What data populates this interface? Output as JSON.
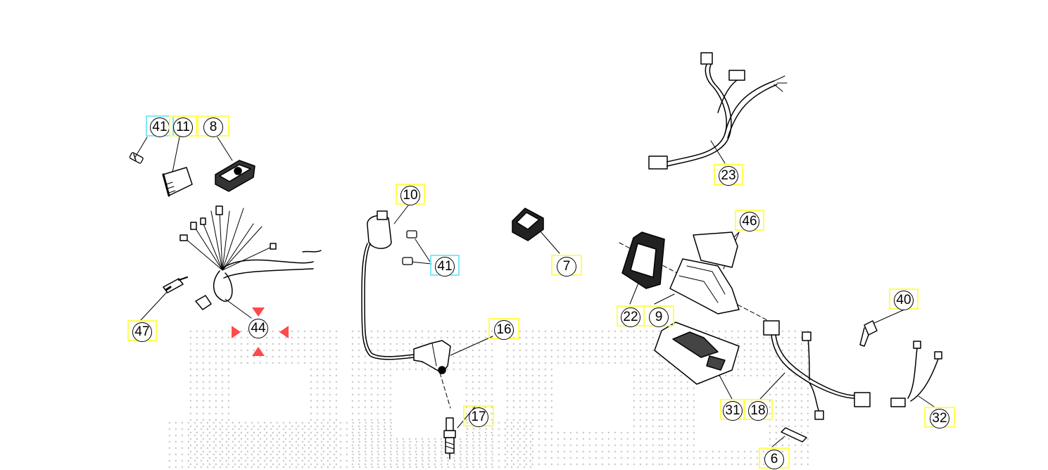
{
  "callouts": [
    {
      "id": "c41a",
      "label": "41",
      "part": "screw",
      "highlight": "cyan"
    },
    {
      "id": "c11",
      "label": "11",
      "part": "rectifier",
      "highlight": "yellow"
    },
    {
      "id": "c8",
      "label": "8",
      "part": "relay",
      "highlight": "yellow"
    },
    {
      "id": "c10",
      "label": "10",
      "part": "ignition-coil",
      "highlight": "yellow"
    },
    {
      "id": "c41b",
      "label": "41",
      "part": "screw",
      "highlight": "cyan"
    },
    {
      "id": "c7",
      "label": "7",
      "part": "switch-block",
      "highlight": "yellow"
    },
    {
      "id": "c23",
      "label": "23",
      "part": "wiring-harness",
      "highlight": "yellow"
    },
    {
      "id": "c46",
      "label": "46",
      "part": "cover",
      "highlight": "yellow"
    },
    {
      "id": "c22",
      "label": "22",
      "part": "rubber-mount",
      "highlight": "yellow"
    },
    {
      "id": "c9",
      "label": "9",
      "part": "cdi-unit",
      "highlight": "yellow"
    },
    {
      "id": "c40",
      "label": "40",
      "part": "pin",
      "highlight": "yellow"
    },
    {
      "id": "c47",
      "label": "47",
      "part": "sensor",
      "highlight": "yellow"
    },
    {
      "id": "c44",
      "label": "44",
      "part": "main-harness",
      "highlight": "red"
    },
    {
      "id": "c16",
      "label": "16",
      "part": "spark-plug-cap",
      "highlight": "yellow"
    },
    {
      "id": "c17",
      "label": "17",
      "part": "spark-plug",
      "highlight": "yellow"
    },
    {
      "id": "c31",
      "label": "31",
      "part": "bracket",
      "highlight": "yellow"
    },
    {
      "id": "c18",
      "label": "18",
      "part": "harness",
      "highlight": "yellow"
    },
    {
      "id": "c32",
      "label": "32",
      "part": "cable",
      "highlight": "yellow"
    },
    {
      "id": "c6",
      "label": "6",
      "part": "fuse-holder",
      "highlight": "yellow"
    }
  ],
  "colors": {
    "highlight_yellow": "#ffff55",
    "highlight_cyan": "#7fe9f7",
    "marker_red": "#ff4a4a",
    "line": "#000000",
    "dot_pattern": "#9a9a9a"
  }
}
